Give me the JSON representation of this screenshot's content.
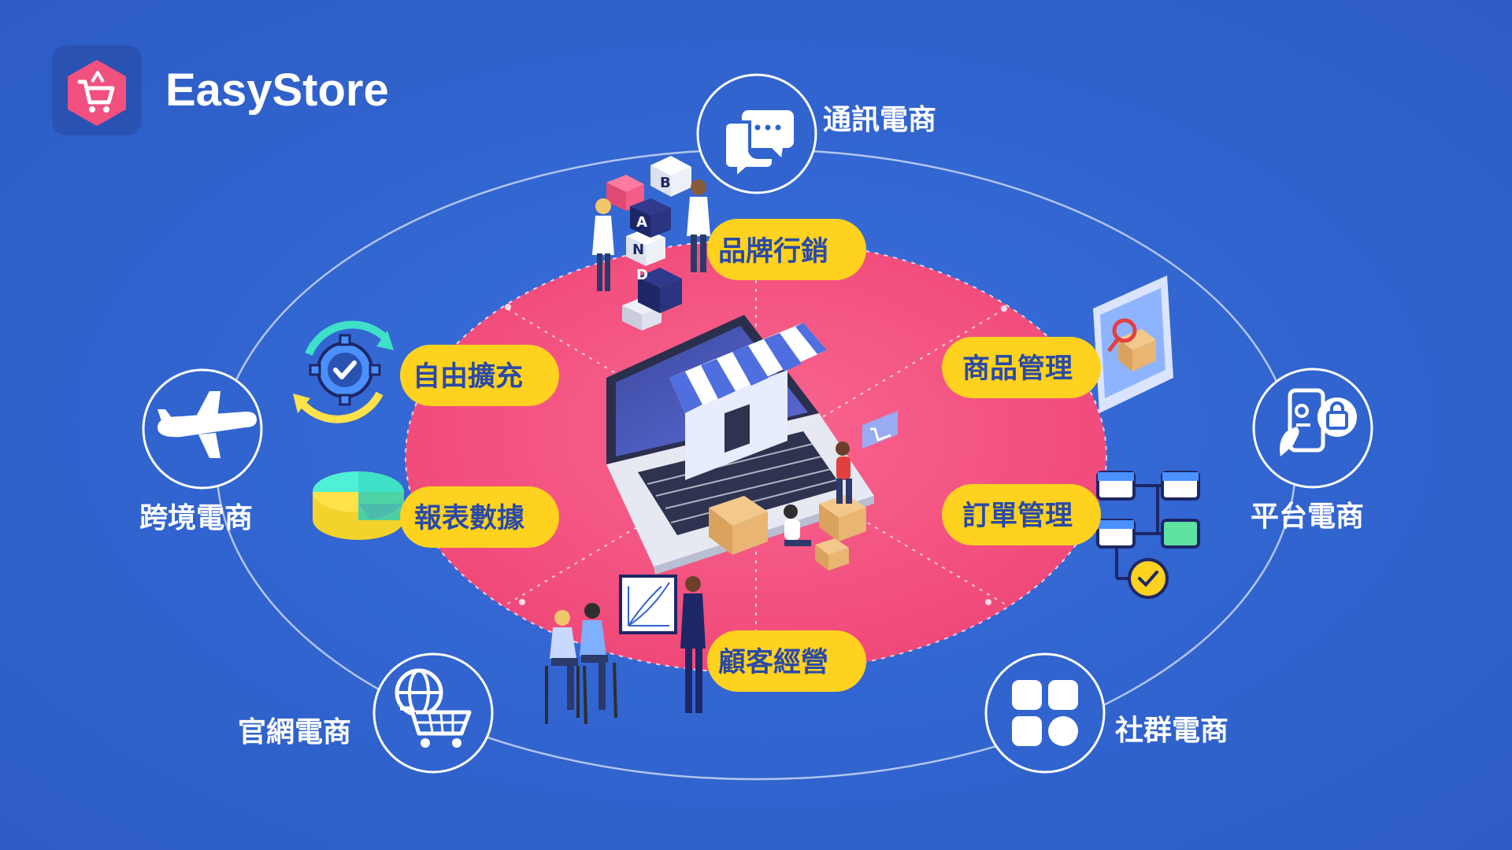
{
  "brand": {
    "name": "EasyStore"
  },
  "channels": {
    "messaging": "通訊電商",
    "platform": "平台電商",
    "social": "社群電商",
    "website": "官網電商",
    "cross_border": "跨境電商"
  },
  "features": {
    "brand_marketing": "品牌行銷",
    "product_management": "商品管理",
    "order_management": "訂單管理",
    "customer_management": "顧客經營",
    "reports": "報表數據",
    "extensions": "自由擴充"
  },
  "illustration_text": {
    "block_b": "B",
    "block_a": "A",
    "block_n": "N",
    "block_d": "D"
  },
  "colors": {
    "background": "#3164cf",
    "disc": "#f2507f",
    "pill": "#ffd21f",
    "pill_text": "#2b4aa6",
    "ring": "#ffffff"
  },
  "icons": {
    "messaging": "chat-bubbles-icon",
    "platform": "phone-shopping-bag-icon",
    "social": "four-squares-icon",
    "website": "globe-cart-icon",
    "cross_border": "airplane-icon",
    "logo": "cart-hexagon-icon"
  }
}
